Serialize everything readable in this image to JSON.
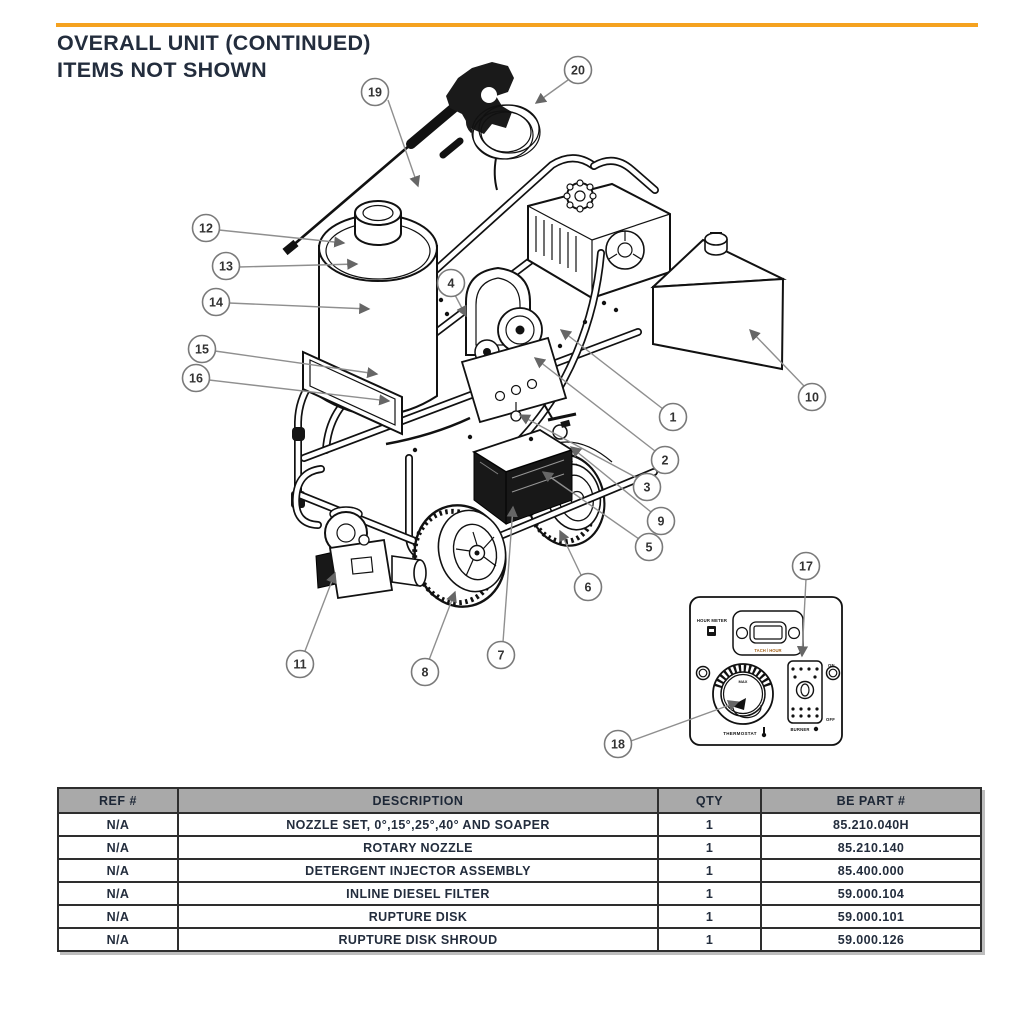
{
  "header": {
    "title_line1": "OVERALL UNIT (CONTINUED)",
    "title_line2": "ITEMS NOT SHOWN"
  },
  "diagram": {
    "callouts": {
      "n1": "1",
      "n2": "2",
      "n3": "3",
      "n4": "4",
      "n5": "5",
      "n6": "6",
      "n7": "7",
      "n8": "8",
      "n9": "9",
      "n10": "10",
      "n11": "11",
      "n12": "12",
      "n13": "13",
      "n14": "14",
      "n15": "15",
      "n16": "16",
      "n17": "17",
      "n18": "18",
      "n19": "19",
      "n20": "20"
    },
    "panel": {
      "hour_meter_label": "HOUR METER",
      "tach_hour_label": "TACH / HOUR",
      "knob_top_label": "MAX",
      "thermostat_label": "THERMOSTAT",
      "burner_label": "BURNER",
      "on_label": "ON",
      "off_label": "OFF"
    }
  },
  "table": {
    "columns": [
      "REF #",
      "DESCRIPTION",
      "QTY",
      "BE PART #"
    ],
    "rows": [
      [
        "N/A",
        "NOZZLE SET, 0°,15°,25°,40° AND SOAPER",
        "1",
        "85.210.040H"
      ],
      [
        "N/A",
        "ROTARY NOZZLE",
        "1",
        "85.210.140"
      ],
      [
        "N/A",
        "DETERGENT INJECTOR ASSEMBLY",
        "1",
        "85.400.000"
      ],
      [
        "N/A",
        "INLINE DIESEL FILTER",
        "1",
        "59.000.104"
      ],
      [
        "N/A",
        "RUPTURE DISK",
        "1",
        "59.000.101"
      ],
      [
        "N/A",
        "RUPTURE DISK SHROUD",
        "1",
        "59.000.126"
      ]
    ]
  },
  "colors": {
    "accent_orange": "#F5A21F",
    "title_navy": "#232D3D",
    "table_header_gray": "#A9A9A9",
    "diagram_line": "#111111",
    "callout_gray": "#7A7A7A"
  }
}
